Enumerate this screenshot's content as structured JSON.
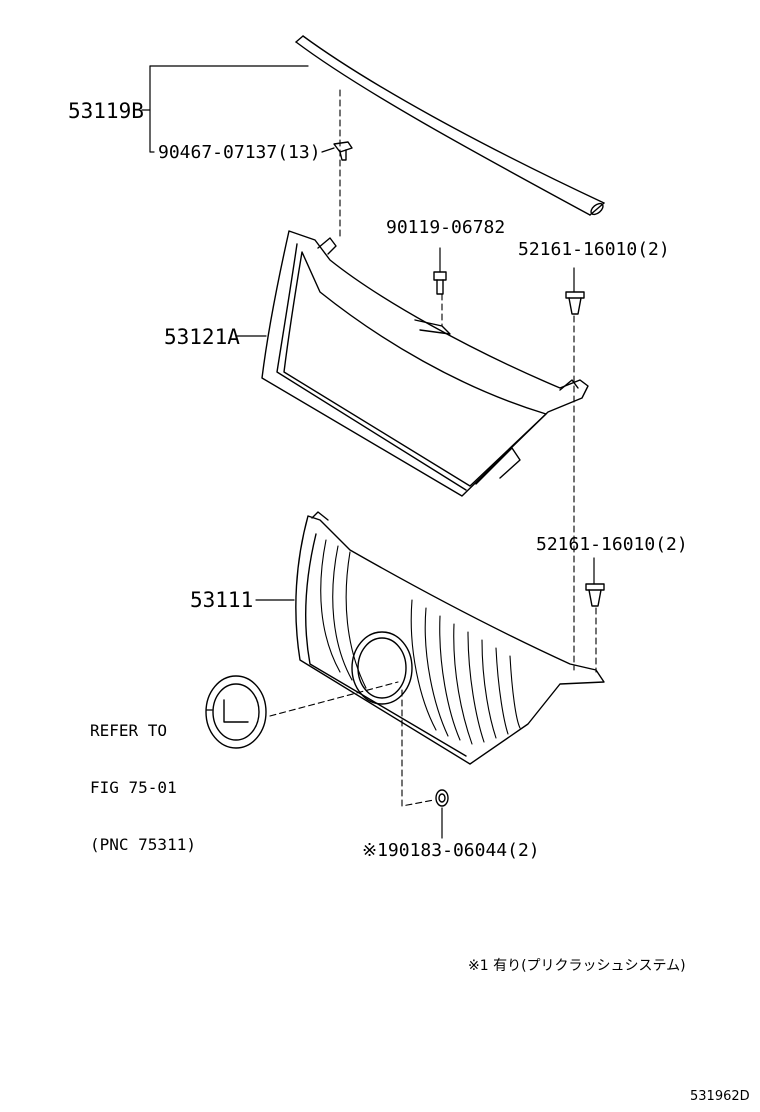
{
  "parts": {
    "moulding": "53119B",
    "clip": "90467-07137(13)",
    "frame": "53121A",
    "bolt": "90119-06782",
    "clip_upper": "52161-16010(2)",
    "grille": "53111",
    "clip_lower": "52161-16010(2)",
    "nut": "※190183-06044(2)"
  },
  "reference": {
    "line1": "REFER TO",
    "line2": "FIG 75-01",
    "line3": "(PNC 75311)"
  },
  "footnote": "※1 有り(プリクラッシュシステム)",
  "illustration_id": "531962D",
  "colors": {
    "line": "#000000",
    "background": "#ffffff"
  }
}
